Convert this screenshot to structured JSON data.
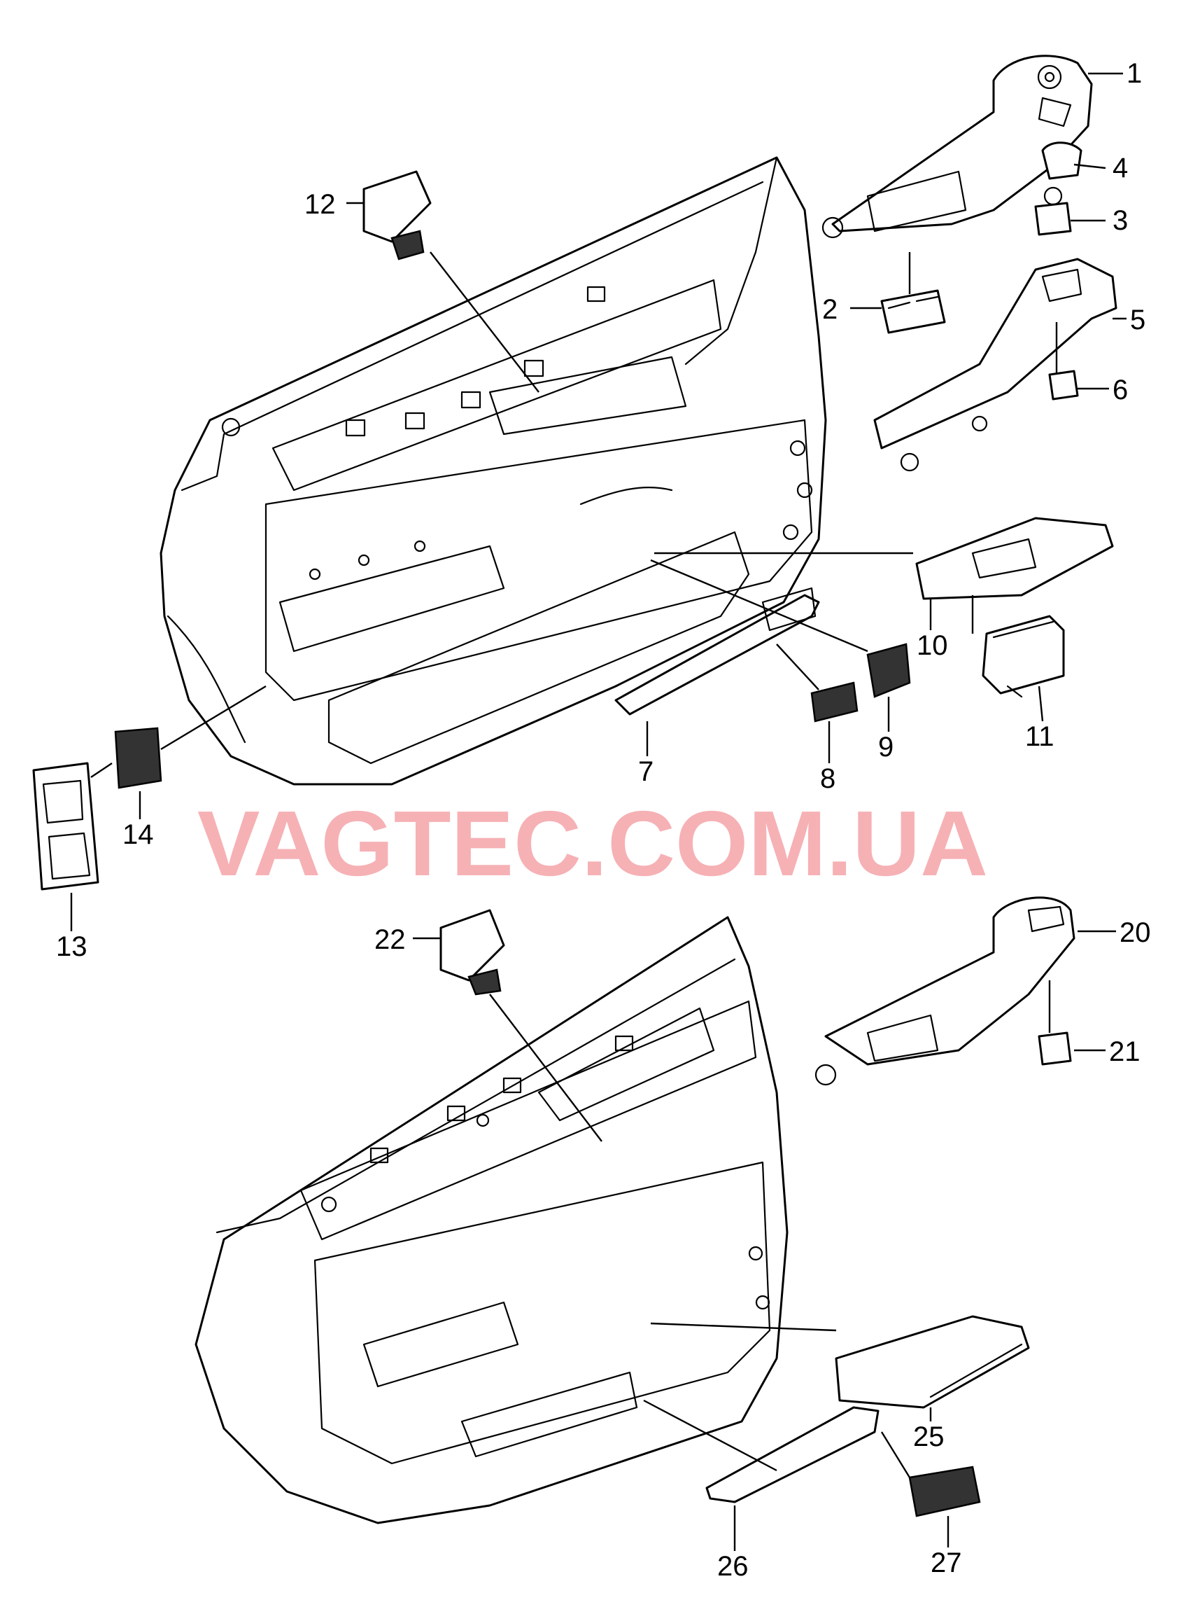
{
  "watermark": {
    "text": "VAGTEC.COM.UA",
    "color": "#f4a3a8"
  },
  "callouts": [
    "1",
    "2",
    "3",
    "4",
    "5",
    "6",
    "7",
    "8",
    "9",
    "10",
    "11",
    "12",
    "13",
    "14",
    "20",
    "21",
    "22",
    "25",
    "26",
    "27"
  ],
  "colors": {
    "line": "#000000",
    "background": "#ffffff"
  }
}
